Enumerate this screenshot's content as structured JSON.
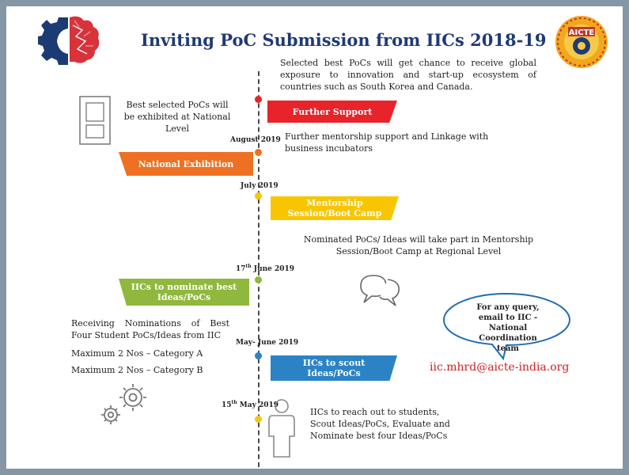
{
  "header": {
    "title": "Inviting PoC Submission from IICs 2018-19"
  },
  "logos": {
    "left": "brain-gear-logo",
    "right_text": "AICTE"
  },
  "timeline": {
    "further_support": {
      "desc": "Selected best PoCs will get chance to receive global exposure to innovation and start-up ecosystem of countries such as South Korea and Canada.",
      "label": "Further Support",
      "color": "#e8232a"
    },
    "exhibit_note": "Best selected PoCs will be exhibited at National Level",
    "date_aug": "August 2019",
    "mentorship_desc": "Further mentorship support and Linkage with business incubators",
    "national_exhibition": {
      "label": "National Exhibition",
      "color": "#ee7123"
    },
    "date_jul": "July 2019",
    "mentorship_session": {
      "label": "Mentorship Session/Boot Camp",
      "color": "#f8c500"
    },
    "nominated_desc": "Nominated PoCs/ Ideas will take part in Mentorship Session/Boot Camp at Regional Level",
    "date_jun17": {
      "day": "17",
      "sup": "th",
      "rest": " June 2019"
    },
    "nominate": {
      "label": "IICs to nominate best Ideas/PoCs",
      "color": "#8fb83c"
    },
    "receiving": "Receiving Nominations of Best Four Student PoCs/Ideas from IIC",
    "cat_a": "Maximum 2 Nos – Category A",
    "cat_b": "Maximum 2 Nos – Category B",
    "date_mayjun": "May- June 2019",
    "scout": {
      "label": "IICs to scout Ideas/PoCs",
      "color": "#2b83c6"
    },
    "date_may15": {
      "day": "15",
      "sup": "th",
      "rest": " May 2019"
    },
    "reach_desc": "IICs to reach out to students, Scout Ideas/PoCs, Evaluate and Nominate best four Ideas/PoCs"
  },
  "query": {
    "text": "For any query, email to IIC - National Coordination team",
    "email": "iic.mhrd@aicte-india.org"
  },
  "icons": [
    "brain-gear-logo",
    "aicte-logo",
    "exhibit-panel-icon",
    "chat-bubbles-icon",
    "gears-icon",
    "person-icon"
  ]
}
